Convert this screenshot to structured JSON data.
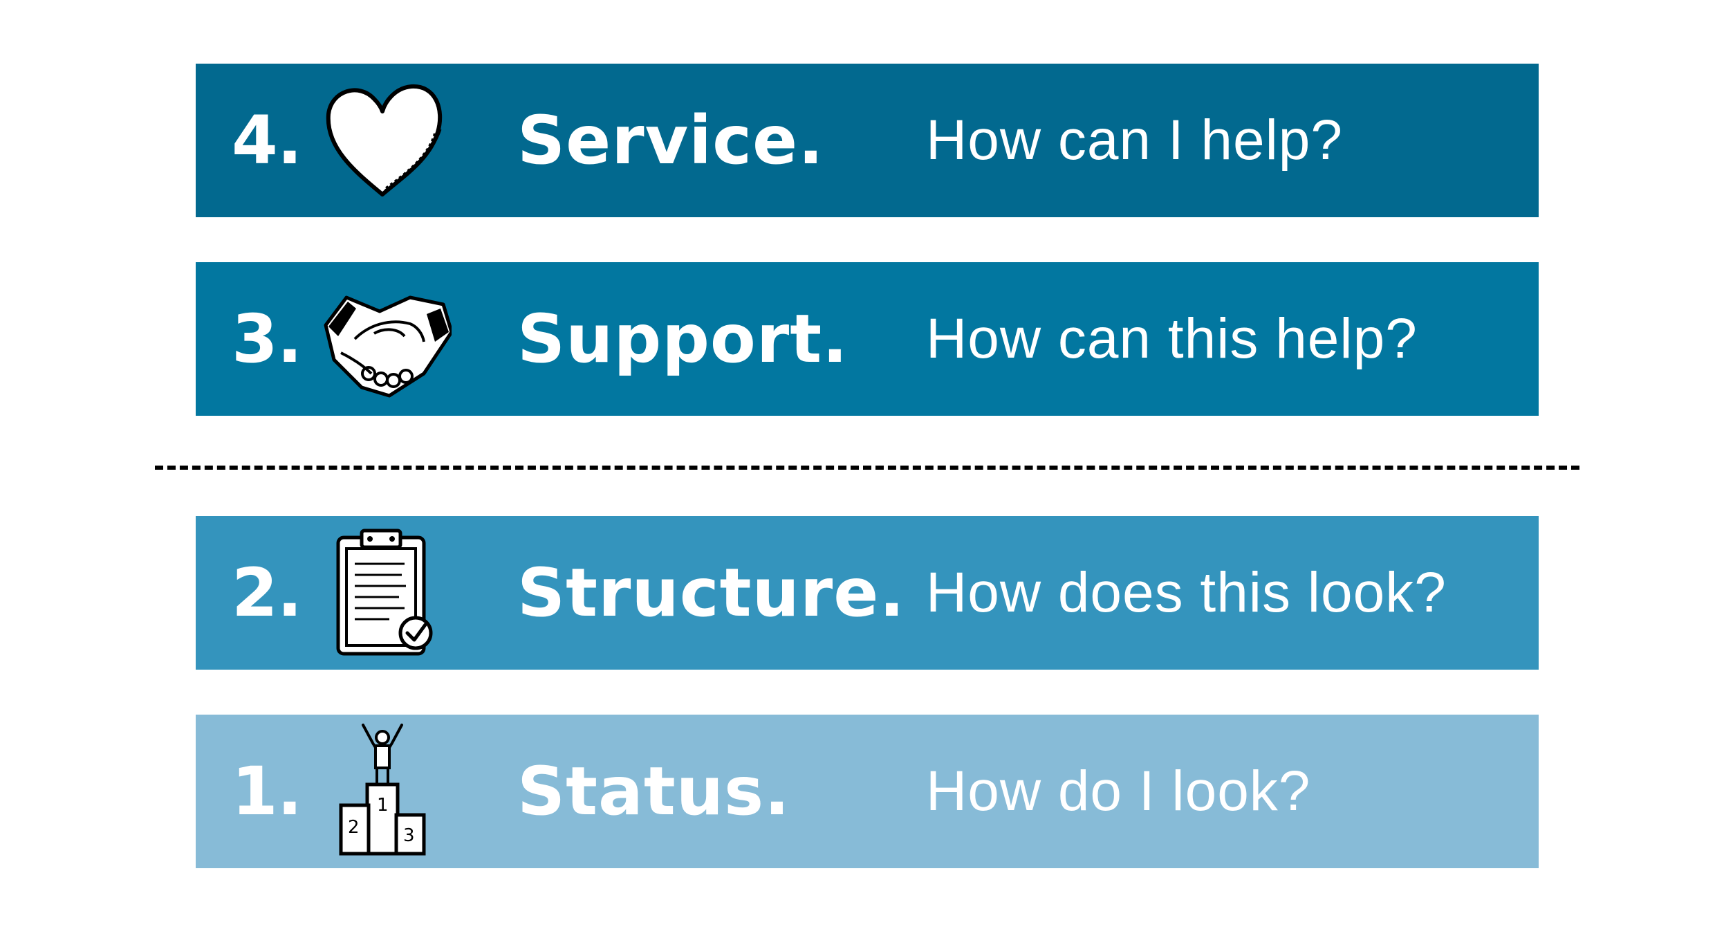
{
  "levels": [
    {
      "number": "4.",
      "title": "Service.",
      "question": "How can I help?",
      "icon": "heart-icon",
      "color": "#02698f"
    },
    {
      "number": "3.",
      "title": "Support.",
      "question": "How can this help?",
      "icon": "handshake-icon",
      "color": "#0277a0"
    },
    {
      "number": "2.",
      "title": "Structure.",
      "question": "How does this look?",
      "icon": "clipboard-checklist-icon",
      "color": "#3494bd"
    },
    {
      "number": "1.",
      "title": "Status.",
      "question": "How do I look?",
      "icon": "podium-winner-icon",
      "color": "#87bbd7"
    }
  ]
}
